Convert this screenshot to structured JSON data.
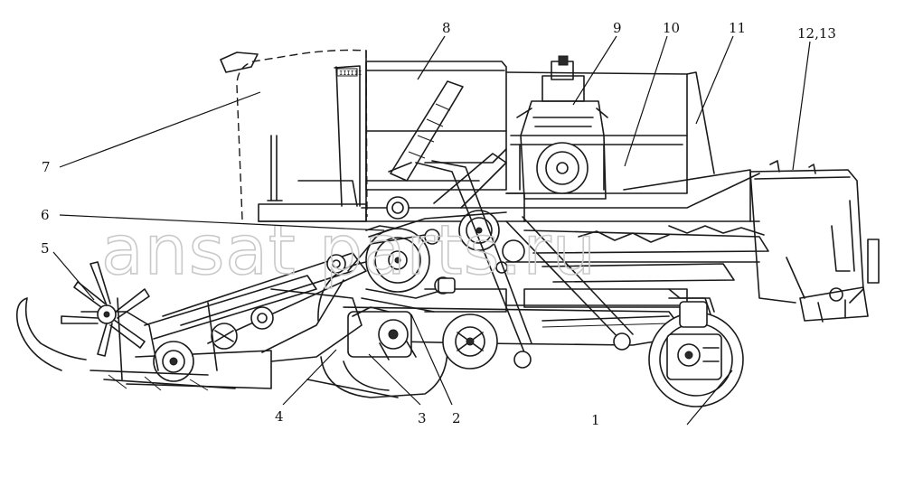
{
  "watermark": "ansat parts.ru",
  "callouts": [
    {
      "id": "c1",
      "label": "1"
    },
    {
      "id": "c2",
      "label": "2"
    },
    {
      "id": "c3",
      "label": "3"
    },
    {
      "id": "c4",
      "label": "4"
    },
    {
      "id": "c5",
      "label": "5"
    },
    {
      "id": "c6",
      "label": "6"
    },
    {
      "id": "c7",
      "label": "7"
    },
    {
      "id": "c8",
      "label": "8"
    },
    {
      "id": "c9",
      "label": "9"
    },
    {
      "id": "c10",
      "label": "10"
    },
    {
      "id": "c11",
      "label": "11"
    },
    {
      "id": "c1213",
      "label": "12,13"
    }
  ],
  "cab_plate": "IIIIII"
}
